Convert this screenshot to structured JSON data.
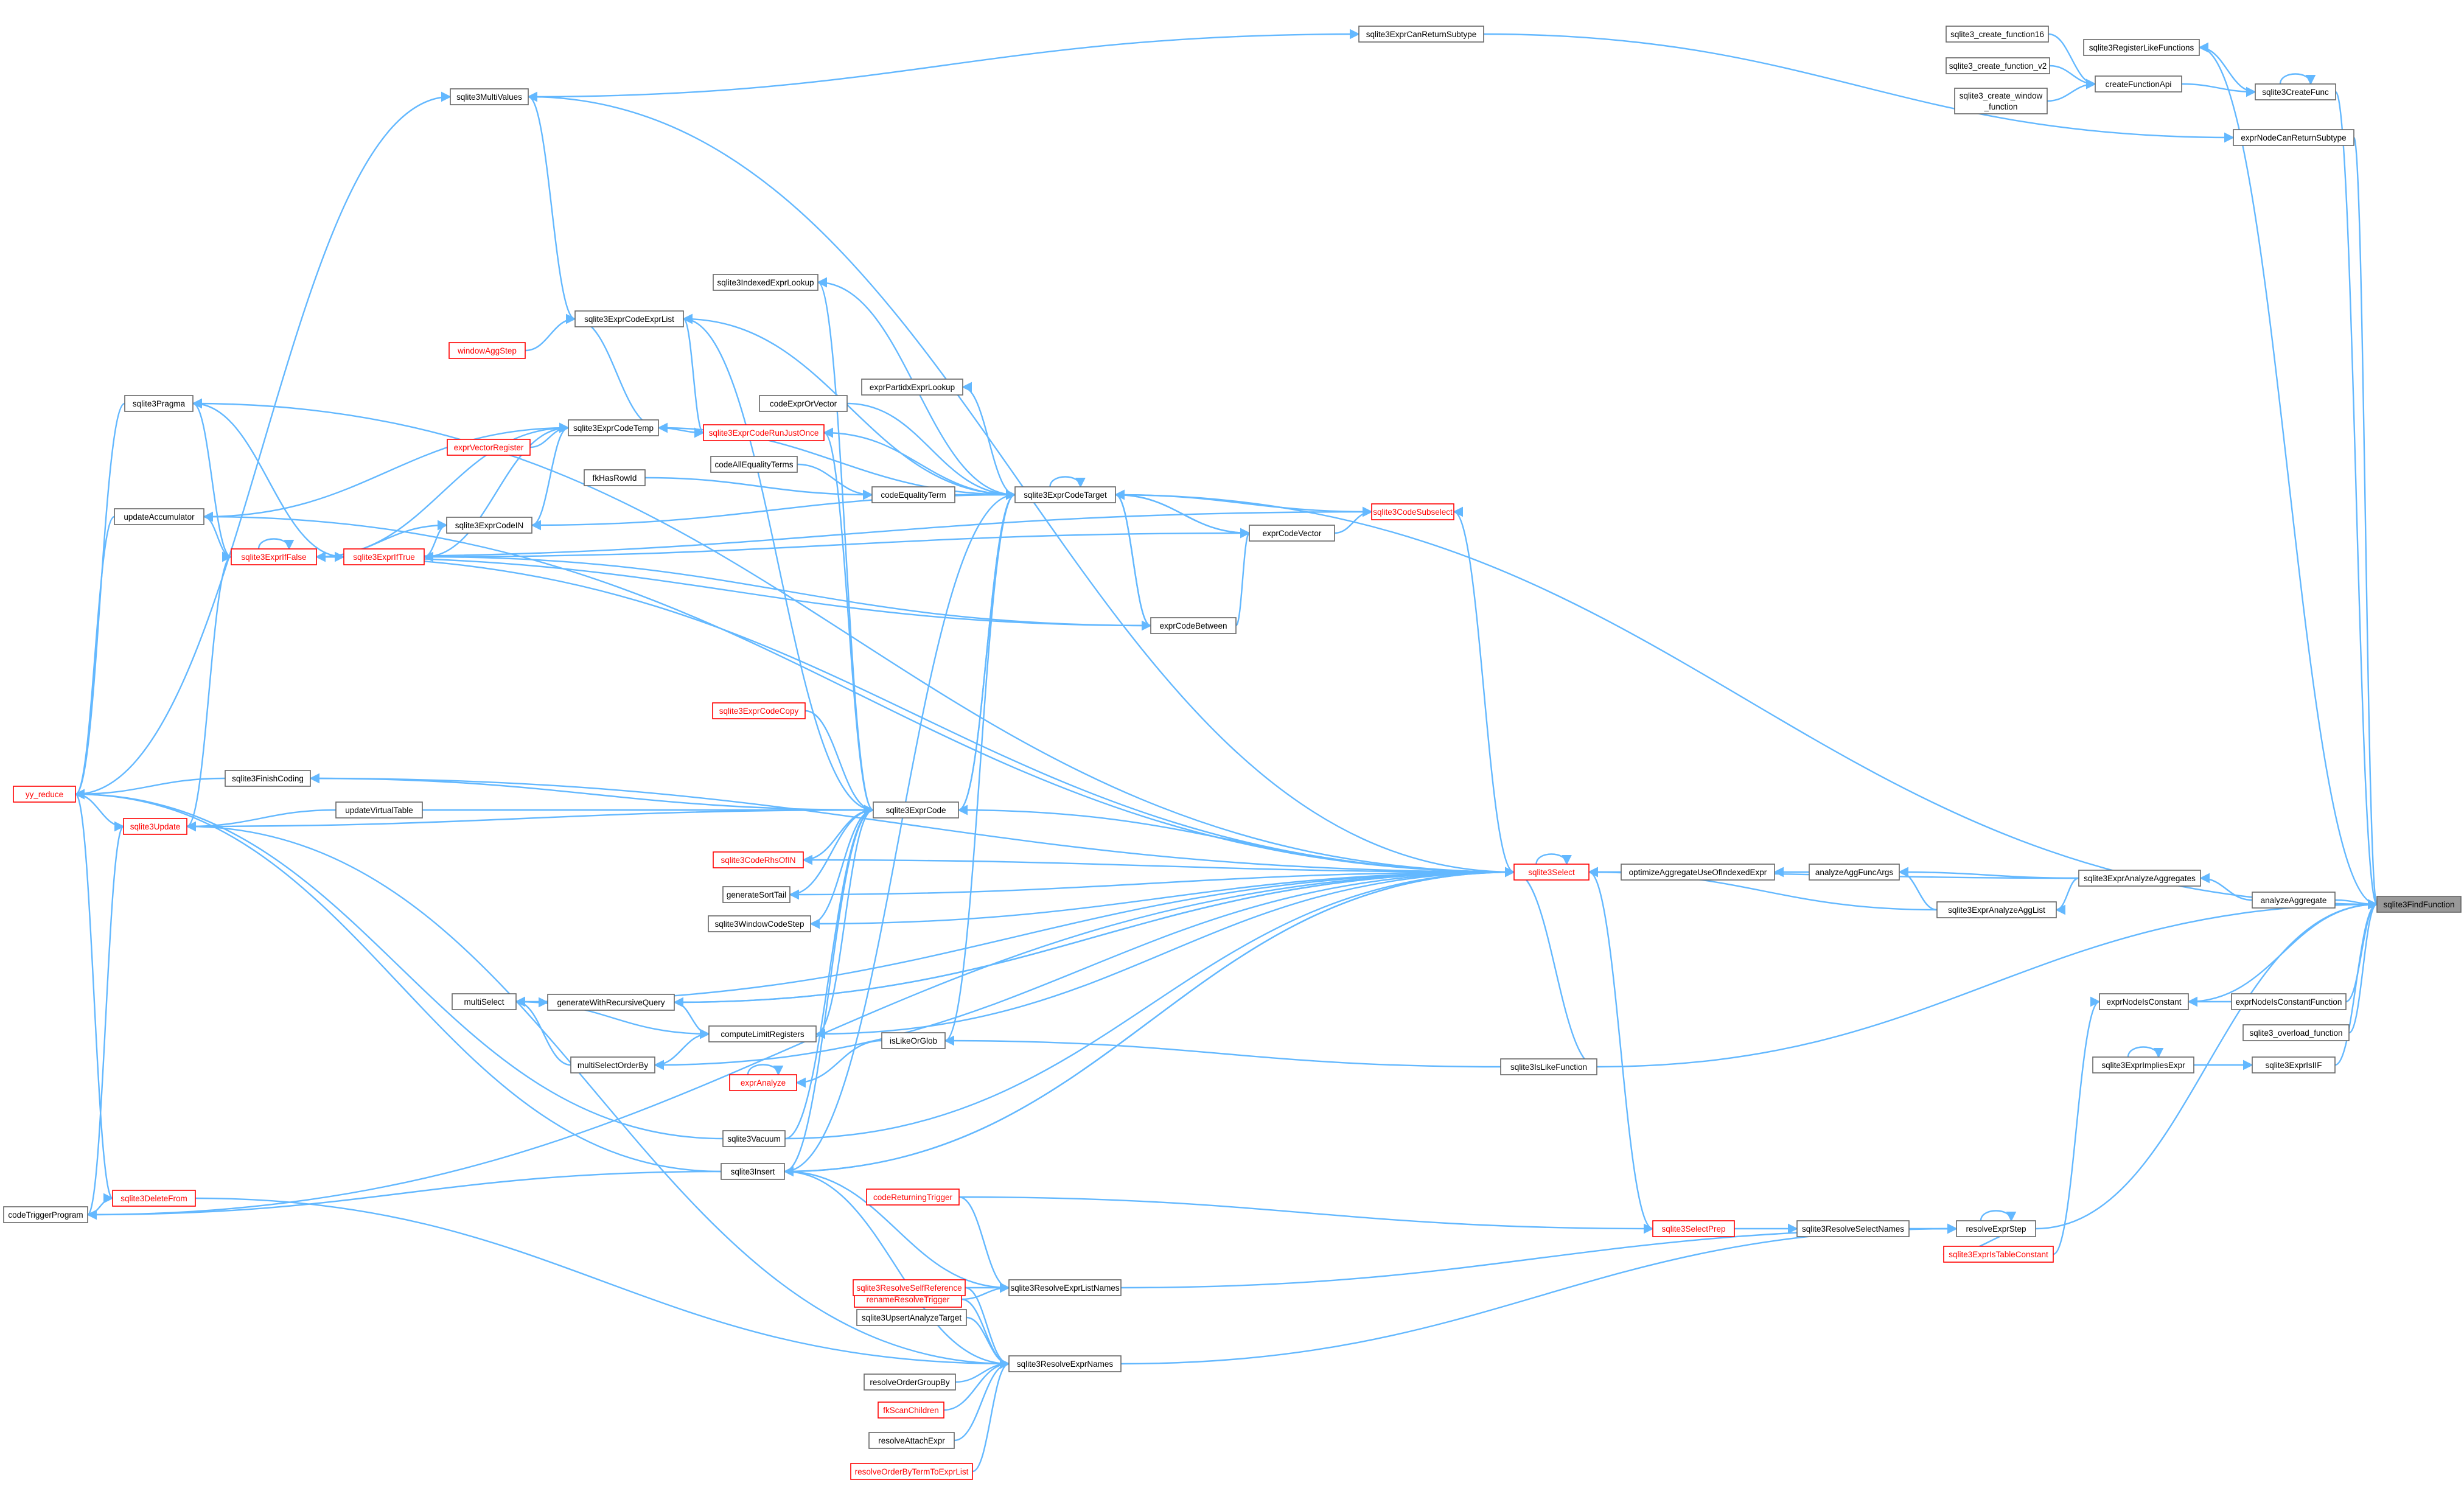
{
  "diagram": {
    "type": "call-graph",
    "colors": {
      "edge": "#63b8ff",
      "node_border": "#666666",
      "node_border_incomplete": "#ff0000",
      "node_label_incomplete": "#ff0000",
      "focus_fill": "#999999"
    },
    "nodes": [
      {
        "id": "n1",
        "label": "sqlite3FindFunction",
        "style": "focus"
      },
      {
        "id": "n2",
        "label": "sqlite3_create_function16",
        "style": "normal"
      },
      {
        "id": "n3",
        "label": "sqlite3RegisterLikeFunctions",
        "style": "normal"
      },
      {
        "id": "n4",
        "label": "sqlite3_create_function_v2",
        "style": "normal"
      },
      {
        "id": "n5",
        "label": "createFunctionApi",
        "style": "normal"
      },
      {
        "id": "n6",
        "label": "sqlite3CreateFunc",
        "style": "normal"
      },
      {
        "id": "n7",
        "label": "sqlite3_create_window",
        "label2": "_function",
        "style": "normal"
      },
      {
        "id": "n8",
        "label": "exprNodeCanReturnSubtype",
        "style": "normal"
      },
      {
        "id": "n9",
        "label": "sqlite3ExprCanReturnSubtype",
        "style": "normal"
      },
      {
        "id": "n10",
        "label": "sqlite3MultiValues",
        "style": "normal"
      },
      {
        "id": "n11",
        "label": "sqlite3IndexedExprLookup",
        "style": "normal"
      },
      {
        "id": "n12",
        "label": "sqlite3ExprCodeExprList",
        "style": "normal"
      },
      {
        "id": "n13",
        "label": "windowAggStep",
        "style": "red"
      },
      {
        "id": "n14",
        "label": "exprPartidxExprLookup",
        "style": "normal"
      },
      {
        "id": "n15",
        "label": "codeExprOrVector",
        "style": "normal"
      },
      {
        "id": "n16",
        "label": "sqlite3Pragma",
        "style": "normal"
      },
      {
        "id": "n17",
        "label": "sqlite3ExprCodeTemp",
        "style": "normal"
      },
      {
        "id": "n18",
        "label": "sqlite3ExprCodeRunJustOnce",
        "style": "red"
      },
      {
        "id": "n19",
        "label": "exprVectorRegister",
        "style": "red"
      },
      {
        "id": "n20",
        "label": "codeAllEqualityTerms",
        "style": "normal"
      },
      {
        "id": "n21",
        "label": "fkHasRowId",
        "style": "normal"
      },
      {
        "id": "n22",
        "label": "codeEqualityTerm",
        "style": "normal"
      },
      {
        "id": "n23",
        "label": "sqlite3ExprCodeTarget",
        "style": "normal"
      },
      {
        "id": "n24",
        "label": "sqlite3CodeSubselect",
        "style": "red"
      },
      {
        "id": "n25",
        "label": "updateAccumulator",
        "style": "normal"
      },
      {
        "id": "n26",
        "label": "sqlite3ExprCodeIN",
        "style": "normal"
      },
      {
        "id": "n27",
        "label": "exprCodeVector",
        "style": "normal"
      },
      {
        "id": "n28",
        "label": "sqlite3ExprIfFalse",
        "style": "red"
      },
      {
        "id": "n29",
        "label": "sqlite3ExprIfTrue",
        "style": "red"
      },
      {
        "id": "n30",
        "label": "exprCodeBetween",
        "style": "normal"
      },
      {
        "id": "n31",
        "label": "sqlite3ExprCodeCopy",
        "style": "red"
      },
      {
        "id": "n32",
        "label": "sqlite3FinishCoding",
        "style": "normal"
      },
      {
        "id": "n33",
        "label": "yy_reduce",
        "style": "red"
      },
      {
        "id": "n34",
        "label": "updateVirtualTable",
        "style": "normal"
      },
      {
        "id": "n35",
        "label": "sqlite3ExprCode",
        "style": "normal"
      },
      {
        "id": "n36",
        "label": "sqlite3Update",
        "style": "red"
      },
      {
        "id": "n37",
        "label": "sqlite3CodeRhsOfIN",
        "style": "red"
      },
      {
        "id": "n38",
        "label": "sqlite3Select",
        "style": "red"
      },
      {
        "id": "n39",
        "label": "optimizeAggregateUseOfIndexedExpr",
        "style": "normal"
      },
      {
        "id": "n40",
        "label": "analyzeAggFuncArgs",
        "style": "normal"
      },
      {
        "id": "n41",
        "label": "sqlite3ExprAnalyzeAggregates",
        "style": "normal"
      },
      {
        "id": "n42",
        "label": "analyzeAggregate",
        "style": "normal"
      },
      {
        "id": "n43",
        "label": "generateSortTail",
        "style": "normal"
      },
      {
        "id": "n44",
        "label": "sqlite3WindowCodeStep",
        "style": "normal"
      },
      {
        "id": "n45",
        "label": "sqlite3ExprAnalyzeAggList",
        "style": "normal"
      },
      {
        "id": "n46",
        "label": "multiSelect",
        "style": "normal"
      },
      {
        "id": "n47",
        "label": "generateWithRecursiveQuery",
        "style": "normal"
      },
      {
        "id": "n48",
        "label": "exprNodeIsConstant",
        "style": "normal"
      },
      {
        "id": "n49",
        "label": "exprNodeIsConstantFunction",
        "style": "normal"
      },
      {
        "id": "n50",
        "label": "computeLimitRegisters",
        "style": "normal"
      },
      {
        "id": "n51",
        "label": "sqlite3_overload_function",
        "style": "normal"
      },
      {
        "id": "n52",
        "label": "isLikeOrGlob",
        "style": "normal"
      },
      {
        "id": "n53",
        "label": "multiSelectOrderBy",
        "style": "normal"
      },
      {
        "id": "n54",
        "label": "sqlite3IsLikeFunction",
        "style": "normal"
      },
      {
        "id": "n55",
        "label": "sqlite3ExprImpliesExpr",
        "style": "normal"
      },
      {
        "id": "n56",
        "label": "sqlite3ExprIsIIF",
        "style": "normal"
      },
      {
        "id": "n57",
        "label": "exprAnalyze",
        "style": "red"
      },
      {
        "id": "n58",
        "label": "sqlite3Vacuum",
        "style": "normal"
      },
      {
        "id": "n59",
        "label": "sqlite3Insert",
        "style": "normal"
      },
      {
        "id": "n60",
        "label": "codeTriggerProgram",
        "style": "normal"
      },
      {
        "id": "n61",
        "label": "sqlite3DeleteFrom",
        "style": "red"
      },
      {
        "id": "n62",
        "label": "codeReturningTrigger",
        "style": "red"
      },
      {
        "id": "n63",
        "label": "sqlite3SelectPrep",
        "style": "red"
      },
      {
        "id": "n64",
        "label": "sqlite3ResolveSelectNames",
        "style": "normal"
      },
      {
        "id": "n65",
        "label": "resolveExprStep",
        "style": "normal"
      },
      {
        "id": "n66",
        "label": "renameResolveTrigger",
        "style": "red"
      },
      {
        "id": "n67",
        "label": "sqlite3ExprIsTableConstant",
        "style": "red"
      },
      {
        "id": "n68",
        "label": "sqlite3ResolveSelfReference",
        "style": "red"
      },
      {
        "id": "n69",
        "label": "sqlite3ResolveExprListNames",
        "style": "normal"
      },
      {
        "id": "n70",
        "label": "sqlite3UpsertAnalyzeTarget",
        "style": "normal"
      },
      {
        "id": "n71",
        "label": "sqlite3ResolveExprNames",
        "style": "normal"
      },
      {
        "id": "n72",
        "label": "resolveOrderGroupBy",
        "style": "normal"
      },
      {
        "id": "n73",
        "label": "fkScanChildren",
        "style": "red"
      },
      {
        "id": "n74",
        "label": "resolveAttachExpr",
        "style": "normal"
      },
      {
        "id": "n75",
        "label": "resolveOrderByTermToExprList",
        "style": "red"
      }
    ],
    "edges": [
      [
        "n3",
        "n1"
      ],
      [
        "n6",
        "n1"
      ],
      [
        "n8",
        "n1"
      ],
      [
        "n42",
        "n1"
      ],
      [
        "n48",
        "n1"
      ],
      [
        "n49",
        "n1"
      ],
      [
        "n51",
        "n1"
      ],
      [
        "n54",
        "n1"
      ],
      [
        "n56",
        "n1"
      ],
      [
        "n65",
        "n1"
      ],
      [
        "n23",
        "n1"
      ],
      [
        "n2",
        "n5"
      ],
      [
        "n4",
        "n5"
      ],
      [
        "n7",
        "n5"
      ],
      [
        "n5",
        "n6"
      ],
      [
        "n6",
        "n3"
      ],
      [
        "n6",
        "n6"
      ],
      [
        "n9",
        "n8"
      ],
      [
        "n10",
        "n9"
      ],
      [
        "n12",
        "n10"
      ],
      [
        "n33",
        "n10"
      ],
      [
        "n38",
        "n10"
      ],
      [
        "n23",
        "n11"
      ],
      [
        "n35",
        "n11"
      ],
      [
        "n17",
        "n12"
      ],
      [
        "n23",
        "n12"
      ],
      [
        "n13",
        "n12"
      ],
      [
        "n35",
        "n12"
      ],
      [
        "n23",
        "n14"
      ],
      [
        "n23",
        "n17"
      ],
      [
        "n28",
        "n17"
      ],
      [
        "n29",
        "n17"
      ],
      [
        "n19",
        "n17"
      ],
      [
        "n26",
        "n17"
      ],
      [
        "n25",
        "n17"
      ],
      [
        "n23",
        "n18"
      ],
      [
        "n35",
        "n18"
      ],
      [
        "n12",
        "n18"
      ],
      [
        "n17",
        "n18"
      ],
      [
        "n15",
        "n23"
      ],
      [
        "n22",
        "n23"
      ],
      [
        "n27",
        "n23"
      ],
      [
        "n30",
        "n23"
      ],
      [
        "n35",
        "n23"
      ],
      [
        "n24",
        "n23"
      ],
      [
        "n23",
        "n23"
      ],
      [
        "n52",
        "n23"
      ],
      [
        "n59",
        "n23"
      ],
      [
        "n20",
        "n22"
      ],
      [
        "n21",
        "n22"
      ],
      [
        "n27",
        "n24"
      ],
      [
        "n38",
        "n24"
      ],
      [
        "n28",
        "n24"
      ],
      [
        "n23",
        "n26"
      ],
      [
        "n29",
        "n26"
      ],
      [
        "n28",
        "n26"
      ],
      [
        "n30",
        "n27"
      ],
      [
        "n23",
        "n27"
      ],
      [
        "n29",
        "n27"
      ],
      [
        "n29",
        "n28"
      ],
      [
        "n28",
        "n28"
      ],
      [
        "n30",
        "n28"
      ],
      [
        "n36",
        "n28"
      ],
      [
        "n25",
        "n28"
      ],
      [
        "n16",
        "n28"
      ],
      [
        "n28",
        "n29"
      ],
      [
        "n30",
        "n29"
      ],
      [
        "n16",
        "n29"
      ],
      [
        "n23",
        "n30"
      ],
      [
        "n31",
        "n35"
      ],
      [
        "n32",
        "n35"
      ],
      [
        "n34",
        "n35"
      ],
      [
        "n36",
        "n35"
      ],
      [
        "n37",
        "n35"
      ],
      [
        "n43",
        "n35"
      ],
      [
        "n44",
        "n35"
      ],
      [
        "n50",
        "n35"
      ],
      [
        "n38",
        "n35"
      ],
      [
        "n58",
        "n35"
      ],
      [
        "n59",
        "n35"
      ],
      [
        "n23",
        "n35"
      ],
      [
        "n38",
        "n32"
      ],
      [
        "n32",
        "n33"
      ],
      [
        "n34",
        "n36"
      ],
      [
        "n36",
        "n33"
      ],
      [
        "n16",
        "n33"
      ],
      [
        "n25",
        "n33"
      ],
      [
        "n58",
        "n33"
      ],
      [
        "n59",
        "n33"
      ],
      [
        "n61",
        "n33"
      ],
      [
        "n60",
        "n36"
      ],
      [
        "n60",
        "n61"
      ],
      [
        "n59",
        "n60"
      ],
      [
        "n39",
        "n38"
      ],
      [
        "n40",
        "n39"
      ],
      [
        "n41",
        "n40"
      ],
      [
        "n41",
        "n45"
      ],
      [
        "n45",
        "n40"
      ],
      [
        "n42",
        "n41"
      ],
      [
        "n45",
        "n38"
      ],
      [
        "n41",
        "n38"
      ],
      [
        "n38",
        "n37"
      ],
      [
        "n38",
        "n43"
      ],
      [
        "n38",
        "n44"
      ],
      [
        "n38",
        "n46"
      ],
      [
        "n47",
        "n38"
      ],
      [
        "n38",
        "n47"
      ],
      [
        "n38",
        "n50"
      ],
      [
        "n38",
        "n53"
      ],
      [
        "n38",
        "n59"
      ],
      [
        "n38",
        "n38"
      ],
      [
        "n38",
        "n16"
      ],
      [
        "n38",
        "n28"
      ],
      [
        "n38",
        "n25"
      ],
      [
        "n63",
        "n38"
      ],
      [
        "n46",
        "n47"
      ],
      [
        "n46",
        "n50"
      ],
      [
        "n53",
        "n50"
      ],
      [
        "n53",
        "n46"
      ],
      [
        "n47",
        "n50"
      ],
      [
        "n49",
        "n48"
      ],
      [
        "n67",
        "n48"
      ],
      [
        "n54",
        "n52"
      ],
      [
        "n52",
        "n57"
      ],
      [
        "n57",
        "n57"
      ],
      [
        "n54",
        "n38"
      ],
      [
        "n55",
        "n56"
      ],
      [
        "n55",
        "n55"
      ],
      [
        "n58",
        "n38"
      ],
      [
        "n59",
        "n38"
      ],
      [
        "n60",
        "n38"
      ],
      [
        "n62",
        "n63"
      ],
      [
        "n63",
        "n64"
      ],
      [
        "n64",
        "n65"
      ],
      [
        "n65",
        "n65"
      ],
      [
        "n65",
        "n67"
      ],
      [
        "n66",
        "n69"
      ],
      [
        "n68",
        "n69"
      ],
      [
        "n69",
        "n65"
      ],
      [
        "n59",
        "n69"
      ],
      [
        "n70",
        "n71"
      ],
      [
        "n59",
        "n71"
      ],
      [
        "n71",
        "n65"
      ],
      [
        "n61",
        "n71"
      ],
      [
        "n72",
        "n71"
      ],
      [
        "n73",
        "n71"
      ],
      [
        "n74",
        "n71"
      ],
      [
        "n75",
        "n71"
      ],
      [
        "n36",
        "n71"
      ],
      [
        "n68",
        "n71"
      ],
      [
        "n66",
        "n71"
      ],
      [
        "n62",
        "n69"
      ]
    ]
  }
}
